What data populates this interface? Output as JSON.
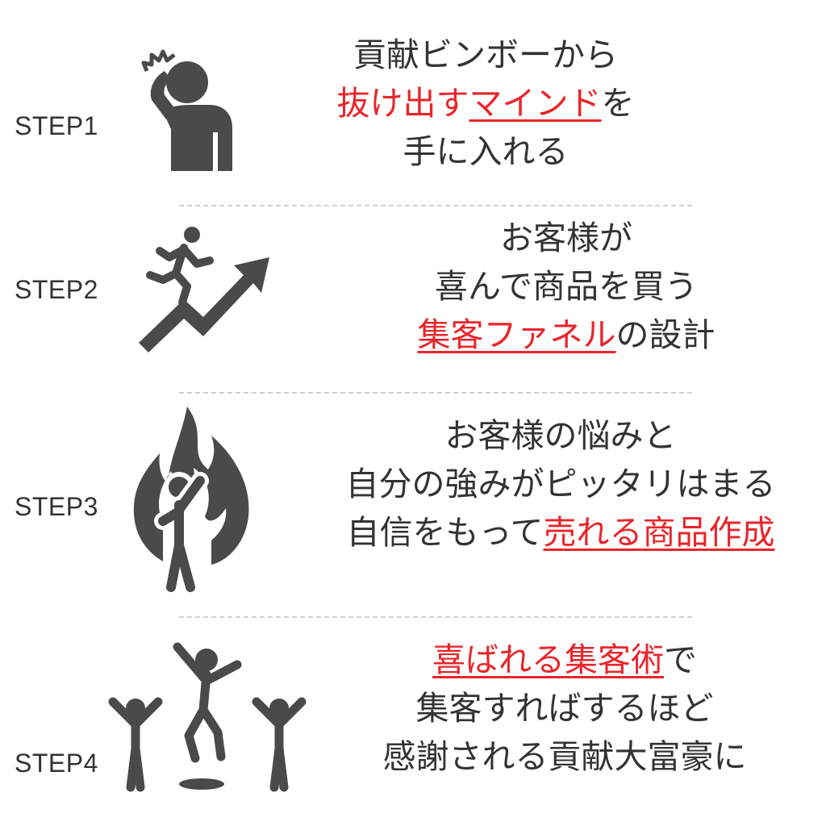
{
  "colors": {
    "text": "#333333",
    "accent": "#e8262b",
    "icon": "#4a4a4a",
    "divider": "#d0d0d0"
  },
  "steps": [
    {
      "label": "STEP1",
      "icon": "stressed-person-icon",
      "lines": [
        {
          "a": "貢献ビンボーから"
        },
        {
          "r": "抜け出す",
          "ru": "マインド",
          "b": "を"
        },
        {
          "a": "手に入れる"
        }
      ]
    },
    {
      "label": "STEP2",
      "icon": "runner-growth-arrow-icon",
      "lines": [
        {
          "a": "お客様が"
        },
        {
          "a": "喜んで商品を買う"
        },
        {
          "ru": "集客ファネル",
          "b": "の設計"
        }
      ]
    },
    {
      "label": "STEP3",
      "icon": "person-in-flame-icon",
      "lines": [
        {
          "a": "お客様の悩みと"
        },
        {
          "a": "自分の強みがピッタリはまる"
        },
        {
          "a": "自信をもって",
          "ru": "売れる商品作成"
        }
      ]
    },
    {
      "label": "STEP4",
      "icon": "people-cheering-icon",
      "lines": [
        {
          "ru": "喜ばれる集客術",
          "b": "で"
        },
        {
          "a": "集客すればするほど"
        },
        {
          "a": "感謝される貢献大富豪に"
        }
      ]
    }
  ]
}
